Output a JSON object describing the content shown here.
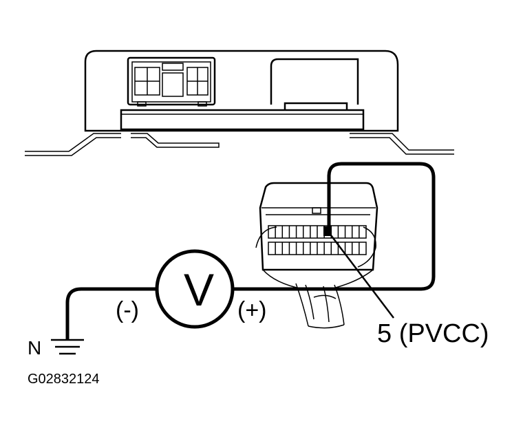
{
  "labels": {
    "meter_symbol": "V",
    "negative": "(-)",
    "positive": "(+)",
    "ground": "N",
    "terminal": "5 (PVCC)",
    "figure_code": "G02832124"
  },
  "colors": {
    "line": "#000000",
    "background": "#ffffff"
  }
}
